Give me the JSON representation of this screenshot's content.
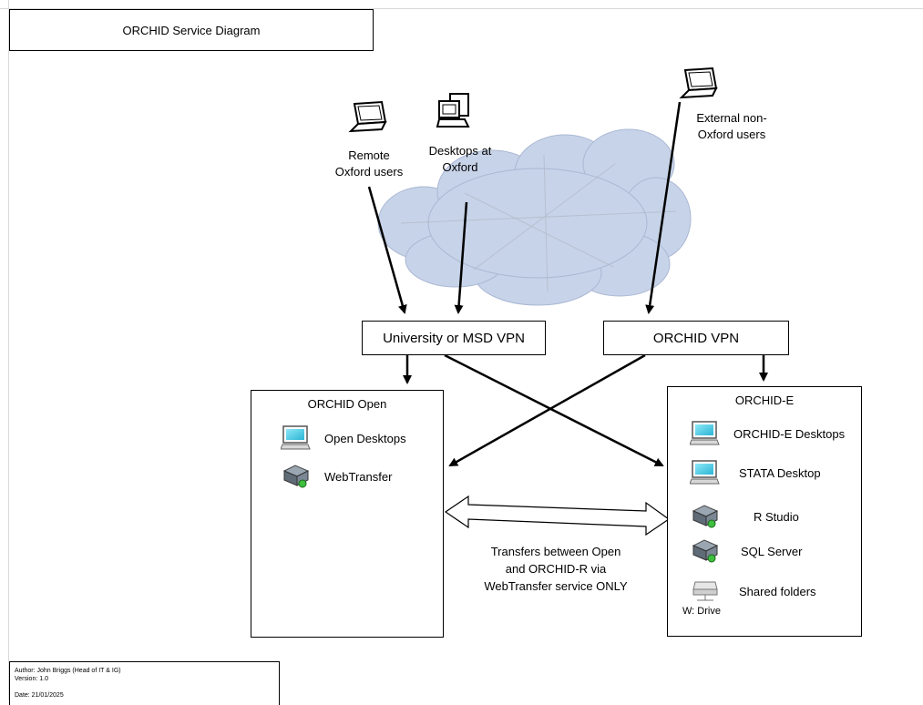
{
  "title": "ORCHID Service Diagram",
  "endpoints": {
    "remote_users": "Remote\nOxford users",
    "desktops_oxford": "Desktops at\nOxford",
    "external_users": "External non-\nOxford users"
  },
  "vpns": {
    "university": "University or MSD VPN",
    "orchid": "ORCHID VPN"
  },
  "orchid_open": {
    "title": "ORCHID Open",
    "items": [
      {
        "label": "Open Desktops",
        "icon": "desktop-icon"
      },
      {
        "label": "WebTransfer",
        "icon": "server-icon"
      }
    ]
  },
  "orchid_e": {
    "title": "ORCHID-E",
    "items": [
      {
        "label": "ORCHID-E Desktops",
        "icon": "desktop-icon"
      },
      {
        "label": "STATA Desktop",
        "icon": "desktop-icon"
      },
      {
        "label": "R Studio",
        "icon": "server-icon"
      },
      {
        "label": "SQL Server",
        "icon": "server-icon"
      },
      {
        "label": "Shared folders",
        "icon": "drive-icon"
      }
    ],
    "drive_caption": "W: Drive"
  },
  "transfer_note": "Transfers between Open\nand ORCHID-R via\nWebTransfer service ONLY",
  "meta": {
    "author": "Author: John Briggs (Head of IT & IG)",
    "version": "Version: 1.0",
    "date": "Date: 21/01/2025"
  },
  "colors": {
    "cloud_fill": "#c7d3e8",
    "cloud_stroke": "#aab8d4",
    "screen": "#4fd0e8"
  }
}
